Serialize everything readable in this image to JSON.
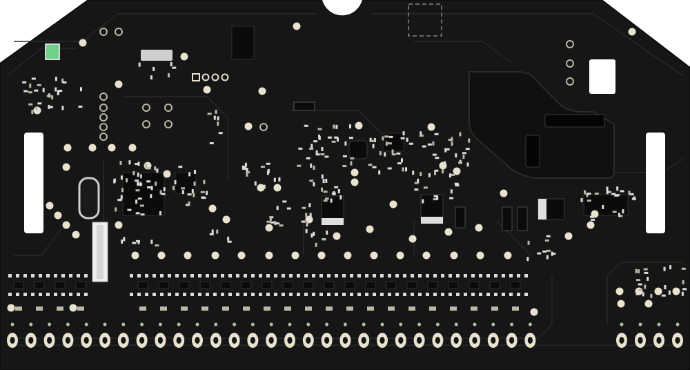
{
  "scene": {
    "subject": "pcb-board",
    "colors": {
      "background": "#ffffff",
      "board": "#161616",
      "board_edge": "#0d0d0d",
      "trace": "#2a2a2a",
      "pad": "#e8e2cf",
      "pad_dim": "#bdb7a6",
      "chip": "#0b0b0b",
      "chip_outline": "#2e2e2e",
      "silkscreen": "#dcdcdc",
      "led_green": "#6fd08a",
      "shield": "#101010"
    },
    "terminals_bottom_left": 29,
    "terminals_bottom_right": 4
  }
}
